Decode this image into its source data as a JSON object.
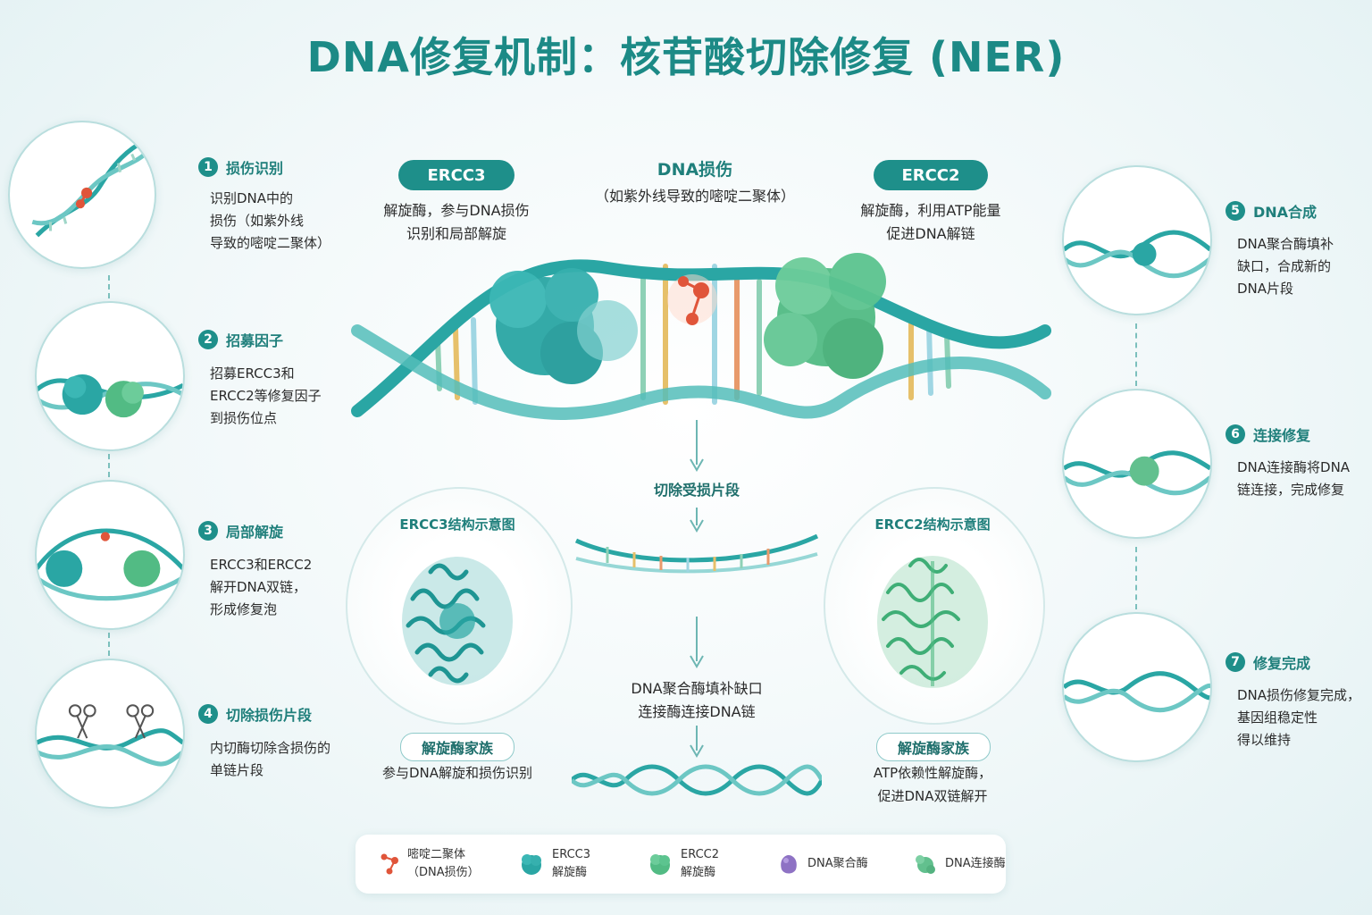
{
  "title": "DNA修复机制：核苷酸切除修复 (NER)",
  "left_steps": [
    {
      "number": "1",
      "title": "损伤识别",
      "description": "识别DNA中的\n损伤（如紫外线\n导致的嘧啶二聚体）"
    },
    {
      "number": "2",
      "title": "招募因子",
      "description": "招募ERCC3和\nERCC2等修复因子\n到损伤位点"
    },
    {
      "number": "3",
      "title": "局部解旋",
      "description": "ERCC3和ERCC2\n解开DNA双链，\n形成修复泡"
    },
    {
      "number": "4",
      "title": "切除损伤片段",
      "description": "内切酶切除含损伤的\n单链片段"
    }
  ],
  "right_steps": [
    {
      "number": "5",
      "title": "DNA合成",
      "description": "DNA聚合酶填补\n缺口，合成新的\nDNA片段"
    },
    {
      "number": "6",
      "title": "连接修复",
      "description": "DNA连接酶将DNA\n链连接，完成修复"
    },
    {
      "number": "7",
      "title": "修复完成",
      "description": "DNA损伤修复完成，\n基因组稳定性\n得以维持"
    }
  ],
  "center": {
    "ercc3_label": "ERCC3",
    "ercc3_desc": "解旋酶，参与DNA损伤\n识别和局部解旋",
    "damage_title": "DNA损伤",
    "damage_desc": "（如紫外线导致的嘧啶二聚体）",
    "ercc2_label": "ERCC2",
    "ercc2_desc": "解旋酶，利用ATP能量\n促进DNA解链",
    "excision_label": "切除受损片段",
    "fill_label": "DNA聚合酶填补缺口\n连接酶连接DNA链"
  },
  "structures": {
    "ercc3": {
      "title": "ERCC3结构示意图",
      "family": "解旋酶家族",
      "desc": "参与DNA解旋和损伤识别"
    },
    "ercc2": {
      "title": "ERCC2结构示意图",
      "family": "解旋酶家族",
      "desc": "ATP依赖性解旋酶，\n促进DNA双链解开"
    }
  },
  "legend": [
    {
      "icon": "dimer-icon",
      "label": "嘧啶二聚体\n（DNA损伤）",
      "color": "#e0553a"
    },
    {
      "icon": "ercc3-icon",
      "label": "ERCC3\n解旋酶",
      "color": "#2aa6a4"
    },
    {
      "icon": "ercc2-icon",
      "label": "ERCC2\n解旋酶",
      "color": "#52bb84"
    },
    {
      "icon": "polymerase-icon",
      "label": "DNA聚合酶",
      "color": "#8e72c4"
    },
    {
      "icon": "ligase-icon",
      "label": "DNA连接酶",
      "color": "#62c08e"
    }
  ],
  "colors": {
    "teal": "#1e8f8a",
    "ercc3": "#2aa6a4",
    "ercc2": "#52bb84",
    "damage": "#e0553a",
    "polymerase": "#8e72c4"
  }
}
